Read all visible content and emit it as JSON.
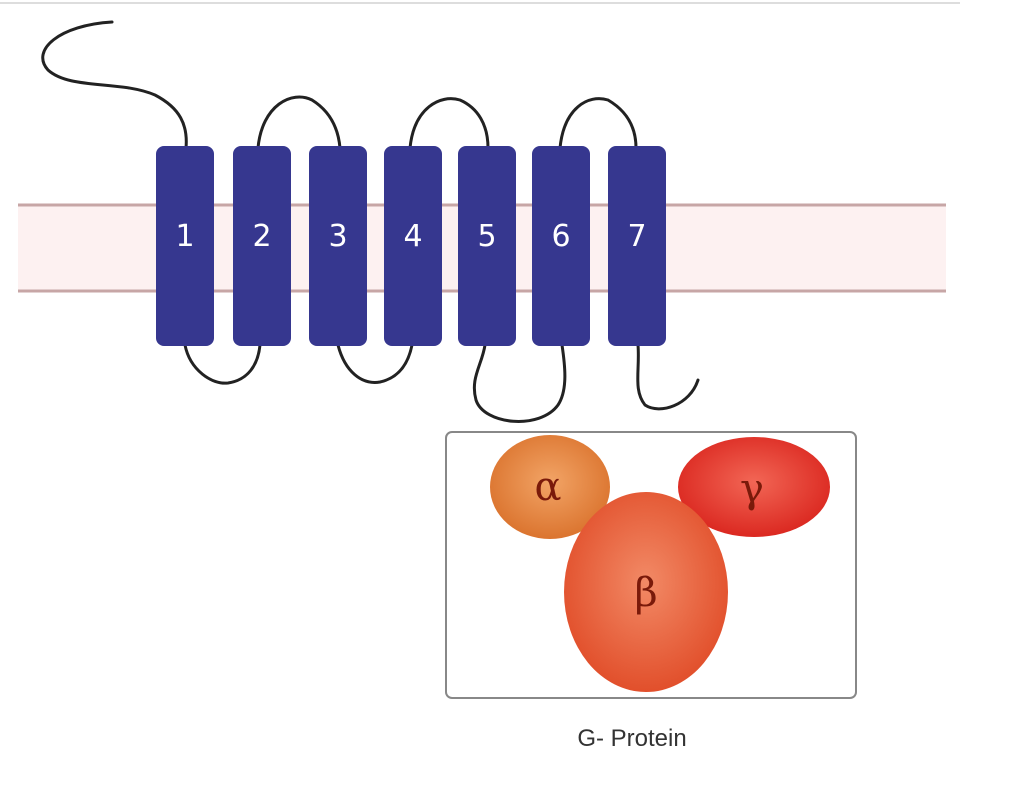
{
  "diagram": {
    "helices": [
      {
        "label": "1"
      },
      {
        "label": "2"
      },
      {
        "label": "3"
      },
      {
        "label": "4"
      },
      {
        "label": "5"
      },
      {
        "label": "6"
      },
      {
        "label": "7"
      }
    ],
    "g_protein": {
      "caption": "G- Protein",
      "subunits": {
        "alpha": "α",
        "beta": "β",
        "gamma": "γ"
      }
    },
    "colors": {
      "helix": "#36378f",
      "membrane": "#fdf0f0",
      "membrane_line": "#c4aaaa",
      "loop": "#222222",
      "alpha": "#e58a3b",
      "beta": "#e9563a",
      "gamma": "#e8312b",
      "box_border": "#888888"
    }
  }
}
